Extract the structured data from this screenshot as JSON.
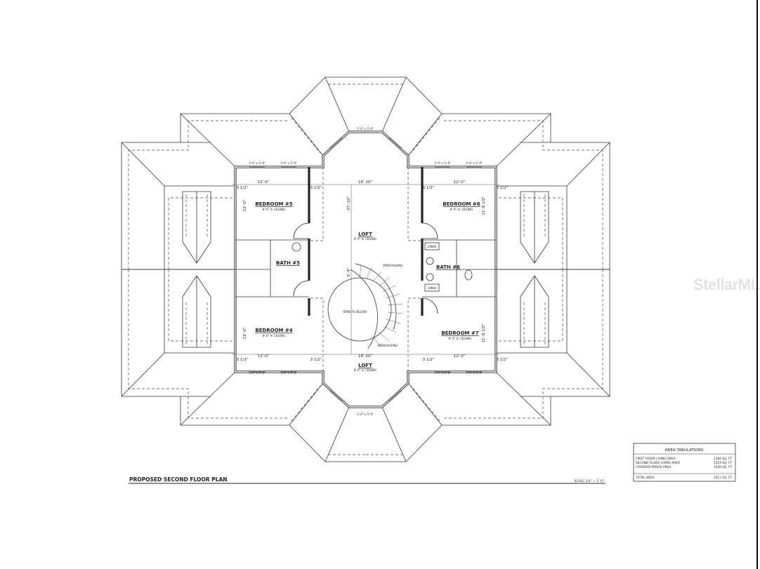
{
  "title": "PROPOSED SECOND FLOOR PLAN",
  "scale": "SCALE 1/4\" = 1'-0\"",
  "watermark": "StellarMLS",
  "rooms": {
    "bedroom5": {
      "name": "BEDROOM #5",
      "ceiling": "8'-0\" H. CEILING"
    },
    "bedroom6": {
      "name": "BEDROOM #6",
      "ceiling": "8'-0\" H. CEILING"
    },
    "bedroom4": {
      "name": "BEDROOM #4",
      "ceiling": "8'-0\" H. CEILING"
    },
    "bedroom7": {
      "name": "BEDROOM #7",
      "ceiling": "8'-0\" H. CEILING"
    },
    "bath5": {
      "name": "BATH #5"
    },
    "bath6": {
      "name": "BATH #6"
    },
    "loft_top": {
      "name": "LOFT",
      "ceiling": "8'-0\" H. CEILING"
    },
    "loft_bottom": {
      "name": "LOFT",
      "ceiling": "8'-0\" H. CEILING"
    },
    "open_to_below": "OPEN TO BELOW",
    "open_railing": "OPEN RAILING",
    "linen": "LINEN"
  },
  "dimensions": {
    "bedroom_width": "12'-0\"",
    "loft_width": "18'-10\"",
    "overall_depth": "37'-10\"",
    "bedroom5_depth": "12'-0\"",
    "bedroom4_depth": "12'-0\"",
    "bedroom6_depth": "11'-8 1/2\"",
    "bedroom7_depth": "11'-8 1/2\"",
    "wall": "3 1/2\"",
    "window": "3'-0\" x 5'-0\"",
    "stair_width": "5'-4\""
  },
  "area_table": {
    "header": "AREA TABULATIONS",
    "rows": [
      {
        "label": "FIRST FLOOR LIVING AREA",
        "value": "2166 SQ. FT."
      },
      {
        "label": "SECOND FLOOR LIVING AREA",
        "value": "1519 SQ. FT."
      },
      {
        "label": "COVERED PORCH AREA",
        "value": "1526 SQ. FT."
      }
    ],
    "total": {
      "label": "TOTAL AREA",
      "value": "5211 SQ. FT."
    }
  }
}
